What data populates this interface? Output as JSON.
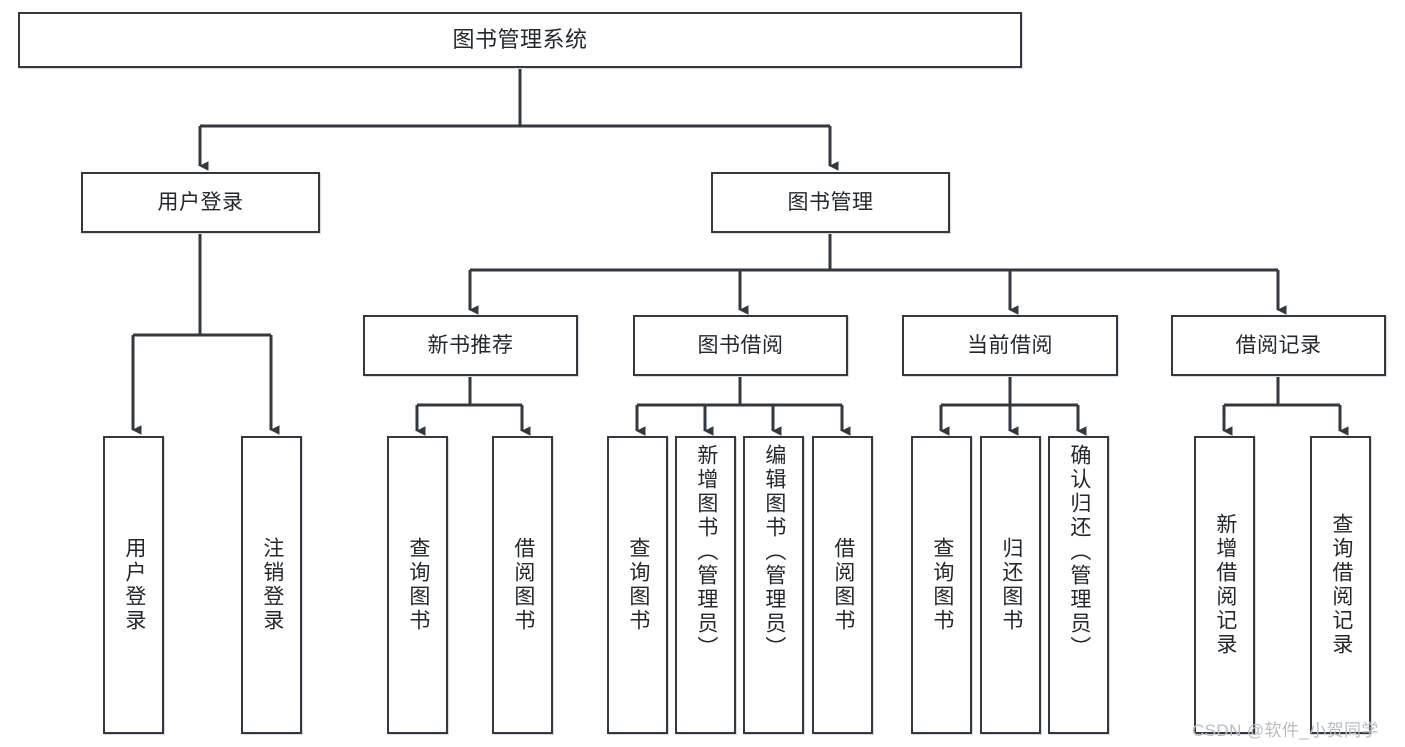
{
  "diagram": {
    "title": "图书管理系统",
    "watermark": "CSDN @软件_小贺同学",
    "colors": {
      "stroke": "#33393f",
      "text": "#23282d",
      "background": "#ffffff",
      "watermark": "#b9bcbf"
    }
  },
  "nodes": {
    "root": {
      "label": "图书管理系统"
    },
    "level1": [
      {
        "label": "用户登录"
      },
      {
        "label": "图书管理"
      }
    ],
    "level2": [
      {
        "label": "新书推荐"
      },
      {
        "label": "图书借阅"
      },
      {
        "label": "当前借阅"
      },
      {
        "label": "借阅记录"
      }
    ],
    "leaves": {
      "user_login": [
        {
          "label": "用户登录"
        },
        {
          "label": "注销登录"
        }
      ],
      "new_book": [
        {
          "label": "查询图书"
        },
        {
          "label": "借阅图书"
        }
      ],
      "book_borrow": [
        {
          "label": "查询图书"
        },
        {
          "label": "新增图书（管理员）"
        },
        {
          "label": "编辑图书（管理员）"
        },
        {
          "label": "借阅图书"
        }
      ],
      "current_borrow": [
        {
          "label": "查询图书"
        },
        {
          "label": "归还图书"
        },
        {
          "label": "确认归还（管理员）"
        }
      ],
      "borrow_record": [
        {
          "label": "新增借阅记录"
        },
        {
          "label": "查询借阅记录"
        }
      ]
    }
  },
  "chart_data": {
    "type": "diagram",
    "title": "图书管理系统 功能结构图",
    "orientation": "top-down tree",
    "tree": {
      "name": "图书管理系统",
      "children": [
        {
          "name": "用户登录",
          "children": [
            {
              "name": "用户登录"
            },
            {
              "name": "注销登录"
            }
          ]
        },
        {
          "name": "图书管理",
          "children": [
            {
              "name": "新书推荐",
              "children": [
                {
                  "name": "查询图书"
                },
                {
                  "name": "借阅图书"
                }
              ]
            },
            {
              "name": "图书借阅",
              "children": [
                {
                  "name": "查询图书"
                },
                {
                  "name": "新增图书（管理员）"
                },
                {
                  "name": "编辑图书（管理员）"
                },
                {
                  "name": "借阅图书"
                }
              ]
            },
            {
              "name": "当前借阅",
              "children": [
                {
                  "name": "查询图书"
                },
                {
                  "name": "归还图书"
                },
                {
                  "name": "确认归还（管理员）"
                }
              ]
            },
            {
              "name": "借阅记录",
              "children": [
                {
                  "name": "新增借阅记录"
                },
                {
                  "name": "查询借阅记录"
                }
              ]
            }
          ]
        }
      ]
    }
  }
}
